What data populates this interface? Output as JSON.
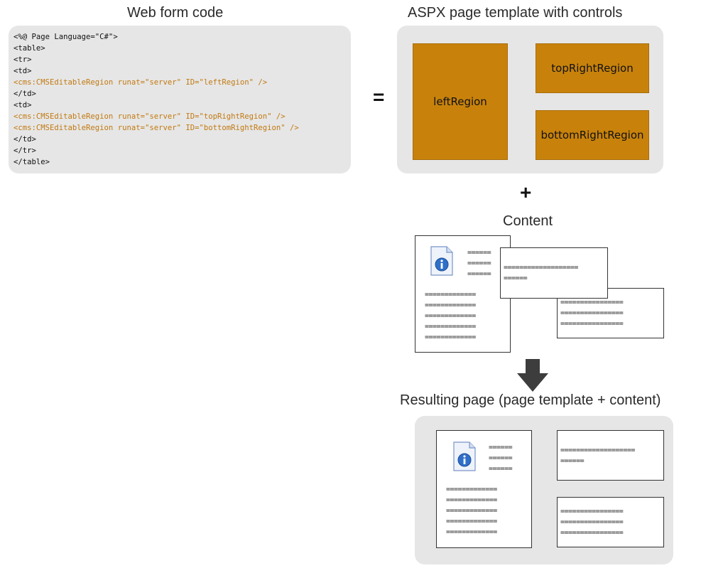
{
  "headings": {
    "web_form_code": "Web form code",
    "aspx_template": "ASPX page template with controls",
    "content": "Content",
    "resulting_page": "Resulting page (page template + content)"
  },
  "symbols": {
    "equals": "=",
    "plus": "+"
  },
  "code_lines": [
    {
      "text": "<%@ Page Language=\"C#\">",
      "highlight": false
    },
    {
      "text": "<table>",
      "highlight": false
    },
    {
      "text": "<tr>",
      "highlight": false
    },
    {
      "text": "<td>",
      "highlight": false
    },
    {
      "text": "<cms:CMSEditableRegion runat=\"server\" ID=\"leftRegion\" />",
      "highlight": true
    },
    {
      "text": "</td>",
      "highlight": false
    },
    {
      "text": "<td>",
      "highlight": false
    },
    {
      "text": "<cms:CMSEditableRegion runat=\"server\" ID=\"topRightRegion\" />",
      "highlight": true
    },
    {
      "text": "<cms:CMSEditableRegion runat=\"server\" ID=\"bottomRightRegion\" />",
      "highlight": true
    },
    {
      "text": "</td>",
      "highlight": false
    },
    {
      "text": "</tr>",
      "highlight": false
    },
    {
      "text": "</table>",
      "highlight": false
    }
  ],
  "regions": {
    "left": "leftRegion",
    "top_right": "topRightRegion",
    "bottom_right": "bottomRightRegion"
  },
  "content_docs": {
    "doc1_side": "======\n======\n======",
    "doc1_body": "=============\n=============\n=============\n=============\n=============",
    "doc2": "===================\n======",
    "doc3": "================\n================\n================"
  },
  "result_docs": {
    "left_side": "======\n======\n======",
    "left_body": "=============\n=============\n=============\n=============\n=============",
    "top_right": "===================\n======",
    "bottom_right": "================\n================\n================"
  },
  "colors": {
    "region_fill": "#c8820b",
    "code_highlight": "#c27a12",
    "panel_bg": "#e6e6e6",
    "arrow": "#3d3d3d"
  },
  "icons": {
    "info_document": "info-document-icon",
    "down_arrow": "down-arrow-icon"
  }
}
